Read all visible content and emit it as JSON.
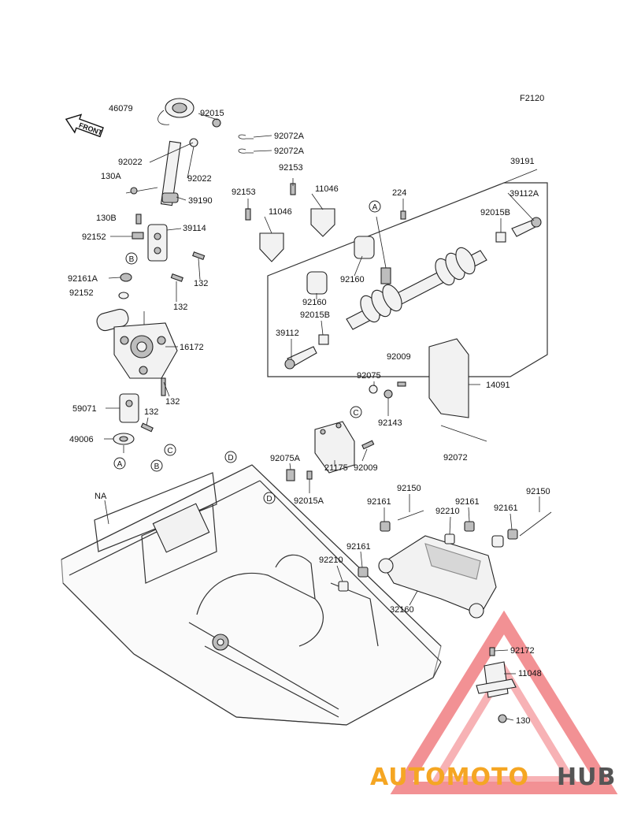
{
  "diagram": {
    "code": "F2120",
    "front_label": "FRONT",
    "parts": {
      "p46079": "46079",
      "p92015_top": "92015",
      "p92072A_1": "92072A",
      "p92072A_2": "92072A",
      "p92022_left": "92022",
      "p130A": "130A",
      "p92022_right": "92022",
      "p39190": "39190",
      "p130B": "130B",
      "p92152_top": "92152",
      "p39114": "39114",
      "p132_a": "132",
      "p92161A": "92161A",
      "p92152_mid": "92152",
      "p132_b": "132",
      "p16172": "16172",
      "p132_c": "132",
      "p59071": "59071",
      "p132_d": "132",
      "p49006": "49006",
      "pNA": "NA",
      "p92153_a": "92153",
      "p11046_a": "11046",
      "p92153_b": "92153",
      "p11046_b": "11046",
      "p224": "224",
      "p39191": "39191",
      "p39112A": "39112A",
      "p92015B_right": "92015B",
      "p92160_a": "92160",
      "p92160_b": "92160",
      "p92015B_left": "92015B",
      "p39112": "39112",
      "p92009_top": "92009",
      "p14091": "14091",
      "p92075": "92075",
      "p92143": "92143",
      "p92072": "92072",
      "p92009_bot": "92009",
      "p92075A": "92075A",
      "p21175": "21175",
      "p92015A": "92015A",
      "p92150_a": "92150",
      "p92161_a": "92161",
      "p92161_b": "92161",
      "p92150_b": "92150",
      "p92210_a": "92210",
      "p92161_c": "92161",
      "p92161_d": "92161",
      "p92210_b": "92210",
      "p32160": "32160",
      "p92172": "92172",
      "p11048": "11048",
      "p130": "130"
    },
    "ref_letters": {
      "A1": "A",
      "A2": "A",
      "B1": "B",
      "B2": "B",
      "C1": "C",
      "C2": "C",
      "D1": "D",
      "D2": "D"
    }
  },
  "watermark": {
    "word_part1": "AUTOMOTO",
    "word_part2": "HUB",
    "color_orange": "#f5a623",
    "color_red": "#e8383d",
    "color_gray": "#555555"
  }
}
